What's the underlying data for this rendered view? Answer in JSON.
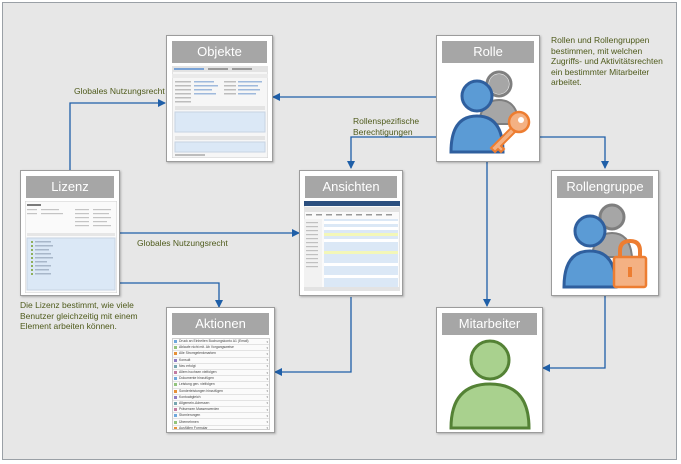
{
  "boxes": {
    "objekte": "Objekte",
    "rolle": "Rolle",
    "lizenz": "Lizenz",
    "ansichten": "Ansichten",
    "rollengruppe": "Rollengruppe",
    "aktionen": "Aktionen",
    "mitarbeiter": "Mitarbeiter"
  },
  "notes": {
    "rolle": [
      "Rollen und Rollengruppen",
      "bestimmen, mit welchen",
      "Zugriffs- und Aktivitätsrechten",
      "ein bestimmter Mitarbeiter",
      "arbeitet."
    ],
    "lizenz": [
      "Die Lizenz bestimmt, wie viele",
      "Benutzer gleichzeitig mit einem",
      "Element arbeiten können."
    ]
  },
  "edge_labels": {
    "globales_top": "Globales Nutzungsrecht",
    "globales_mid": "Globales Nutzungsrecht",
    "rollenspezifische": [
      "Rollenspezifische",
      "Berechtigungen"
    ]
  },
  "aktionen_menu": [
    "Druck an Einheiten Buchungskonto A1 (Email)",
    "Ablaufe nicht mit. Ab Vorgangsweise",
    "Alle Stromgelenkmarken",
    "Konsult",
    "Neu erfolgt",
    "Allem hochsen vielfolgen",
    "Dokumente hinzufügen",
    "Leistung gen. vielfolgen",
    "Sonderleistungen hinzufügen",
    "Kontoabgleich",
    "Allgemein-Adressen",
    "Präsenzen Massenwerden",
    "Stornierungen",
    "Übernehmen",
    "Ausfüllen Formular",
    "Kopieren",
    "Löschen"
  ],
  "colors": {
    "arrow": "#1f5fa8",
    "header": "#a6a6a6",
    "note_text": "#4f5b1c",
    "person_blue": "#5b9bd5",
    "person_gray": "#a6a6a6",
    "key_orange": "#f4b183",
    "lock_orange": "#f4b183",
    "mitarbeiter_green": "#a9d18e",
    "mitarbeiter_outline": "#548235"
  }
}
